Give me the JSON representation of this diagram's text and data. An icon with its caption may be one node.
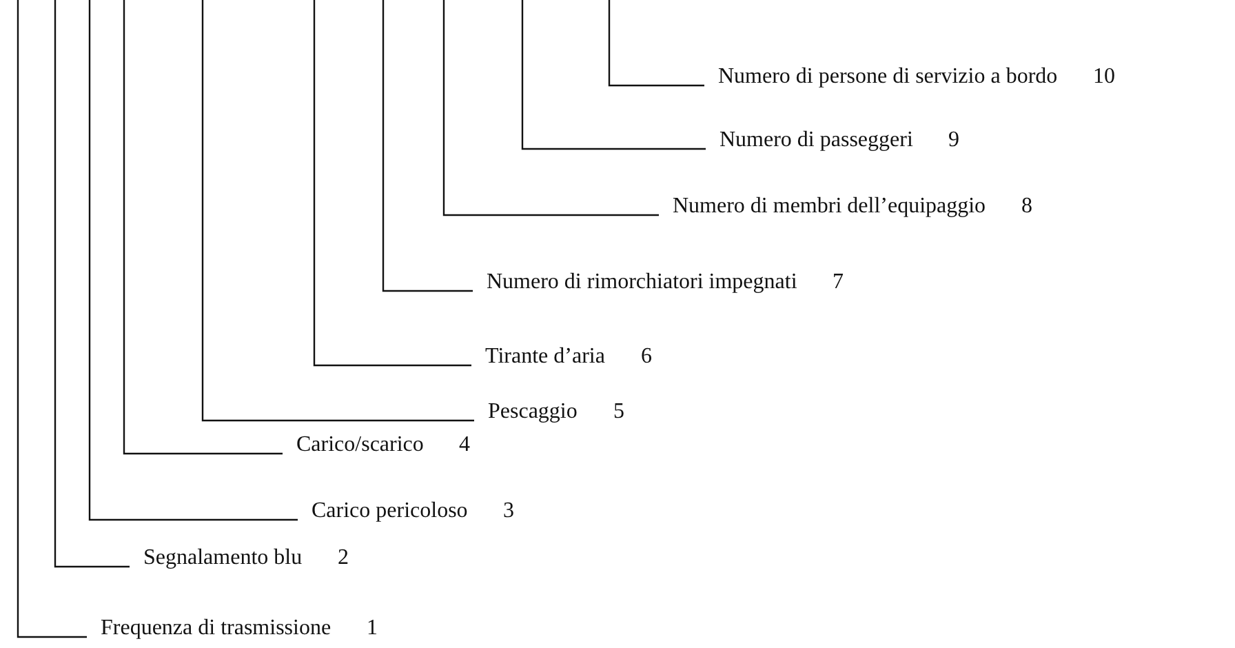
{
  "diagram": {
    "nodes": [
      {
        "text": [
          "Numero di persone di servizio a bordo"
        ],
        "beside": [
          "10"
        ]
      },
      {
        "text": [
          "Numero di passeggeri"
        ],
        "beside": [
          "9"
        ]
      },
      {
        "text": [
          "Numero di membri dell’equipaggio"
        ],
        "beside": [
          "8"
        ]
      },
      {
        "text": [
          "Numero di rimorchiatori impegnati"
        ],
        "beside": [
          "7"
        ]
      },
      {
        "text": [
          "Tirante d’aria"
        ],
        "beside": [
          "6"
        ]
      },
      {
        "text": [
          "Pescaggio"
        ],
        "beside": [
          "5"
        ]
      },
      {
        "text": [
          "Carico/scarico"
        ],
        "beside": [
          "4"
        ]
      },
      {
        "text": [
          "Carico pericoloso"
        ],
        "beside": [
          "3"
        ]
      },
      {
        "text": [
          "Segnalamento blu"
        ],
        "beside": [
          "2"
        ]
      },
      {
        "text": [
          "Frequenza di trasmissione"
        ],
        "beside": [
          "1"
        ]
      }
    ],
    "edges": [
      {
        "from": 0,
        "to": null,
        "arrow": "none"
      },
      {
        "from": 1,
        "to": null,
        "arrow": "none"
      },
      {
        "from": 2,
        "to": null,
        "arrow": "none"
      },
      {
        "from": 3,
        "to": null,
        "arrow": "none"
      },
      {
        "from": 4,
        "to": null,
        "arrow": "none"
      },
      {
        "from": 5,
        "to": null,
        "arrow": "none"
      },
      {
        "from": 6,
        "to": null,
        "arrow": "none"
      },
      {
        "from": 7,
        "to": null,
        "arrow": "none"
      },
      {
        "from": 8,
        "to": null,
        "arrow": "none"
      },
      {
        "from": 9,
        "to": null,
        "arrow": "none"
      }
    ]
  }
}
